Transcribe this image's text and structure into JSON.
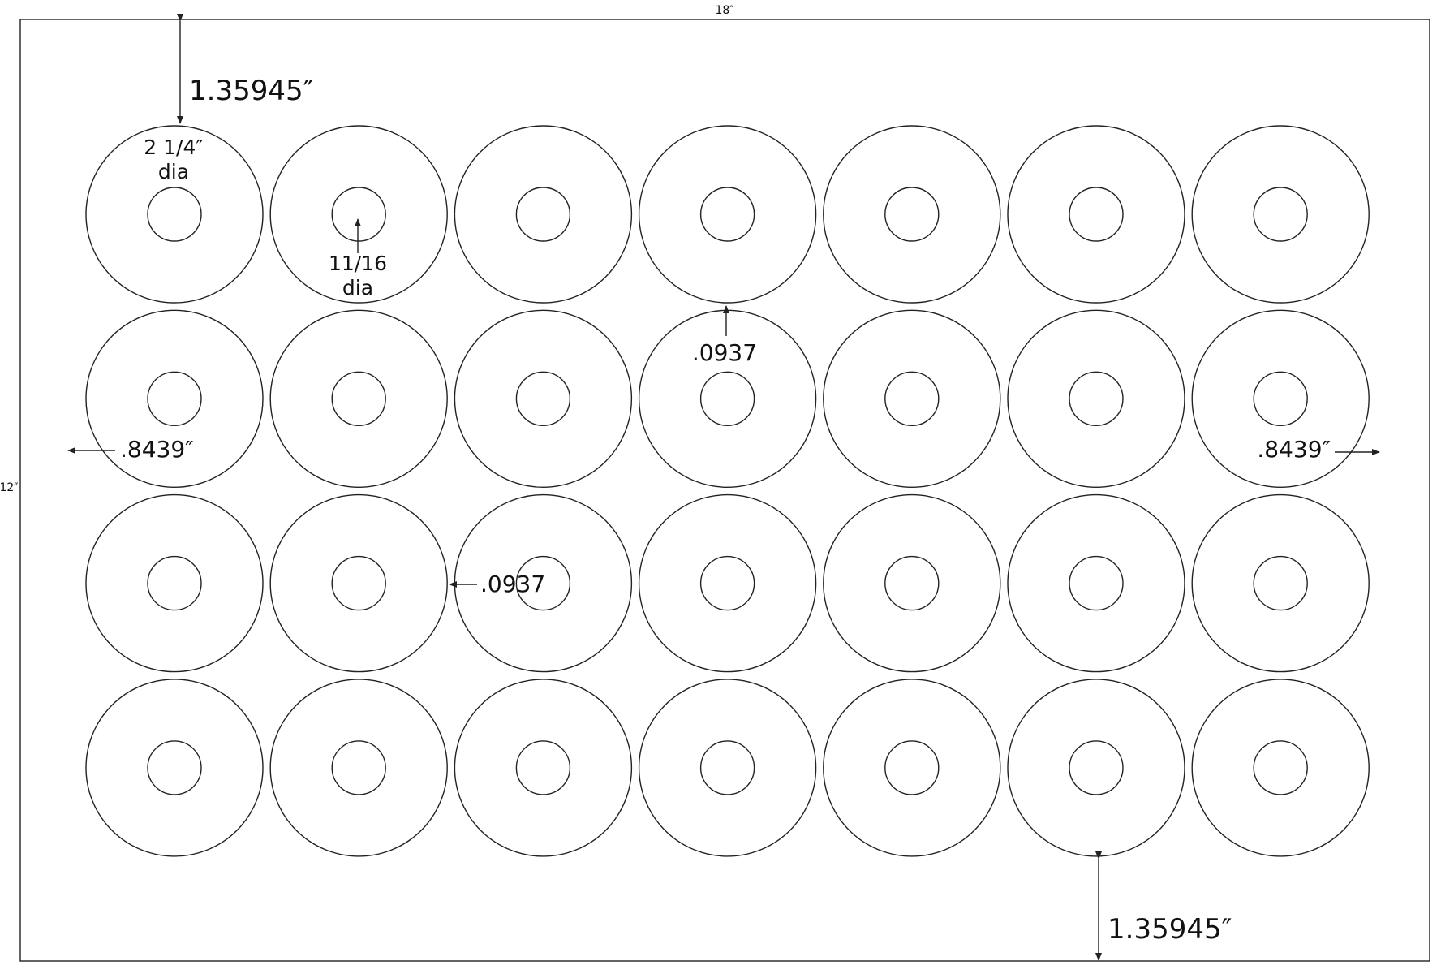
{
  "sheet": {
    "width_label": "18″",
    "height_label": "12″"
  },
  "layout": {
    "rows": 4,
    "columns": 7
  },
  "dimensions": {
    "top_margin": "1.35945″",
    "bottom_margin": "1.35945″",
    "left_margin": ".8439″",
    "right_margin": ".8439″",
    "vertical_gap": ".0937",
    "horizontal_gap": ".0937",
    "outer_dia_value": "2 1/4″",
    "outer_dia_unit": "dia",
    "inner_dia_value": "11/16",
    "inner_dia_unit": "dia"
  },
  "colors": {
    "line": "#222222",
    "background": "#ffffff"
  }
}
